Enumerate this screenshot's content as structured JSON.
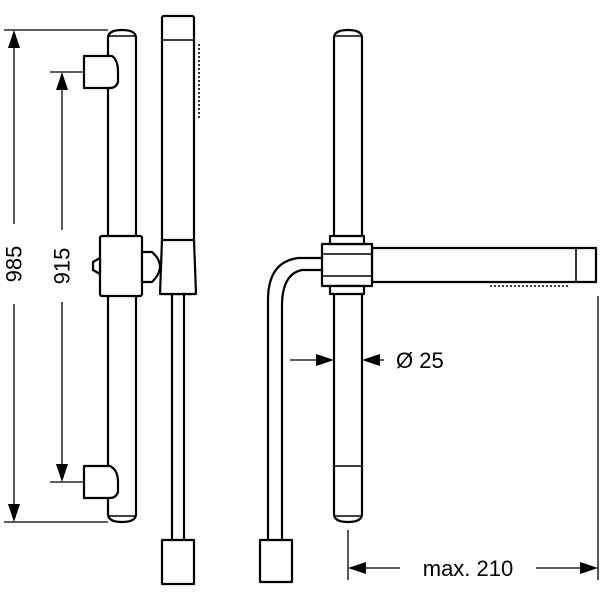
{
  "dimensions": {
    "overall_height": "985",
    "rail_spacing": "915",
    "rail_diameter": "Ø 25",
    "max_projection": "max. 210"
  }
}
